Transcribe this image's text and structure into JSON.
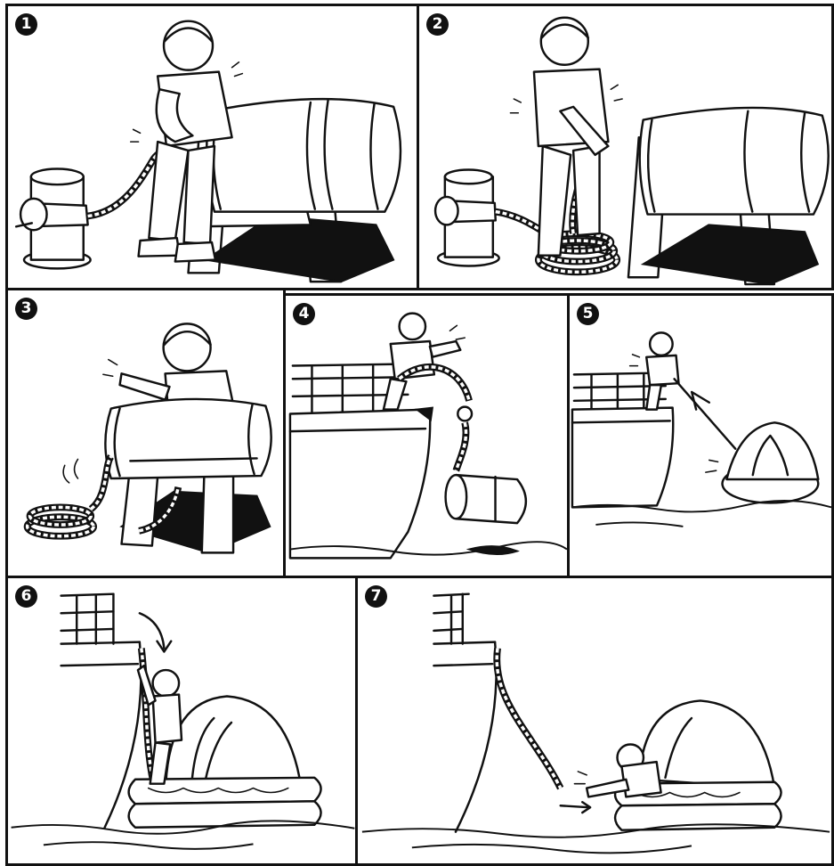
{
  "steps": [
    {
      "number": "1"
    },
    {
      "number": "2"
    },
    {
      "number": "3"
    },
    {
      "number": "4"
    },
    {
      "number": "5"
    },
    {
      "number": "6"
    },
    {
      "number": "7"
    }
  ],
  "colors": {
    "line": "#111111",
    "background": "#ffffff"
  }
}
